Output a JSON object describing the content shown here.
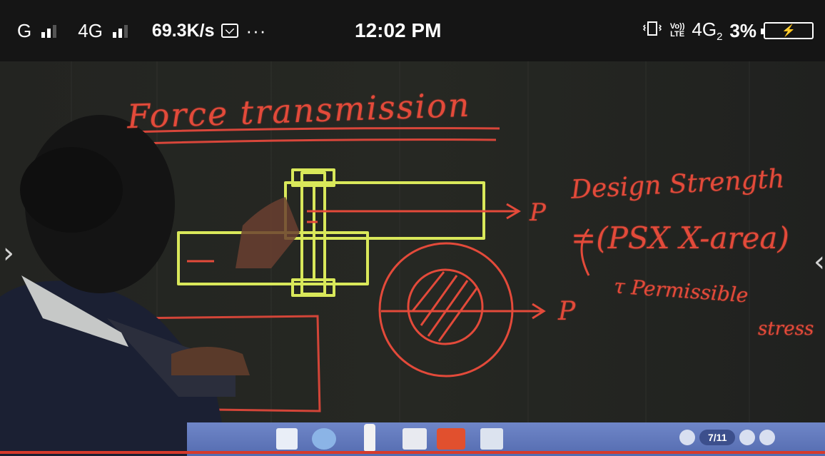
{
  "status_bar": {
    "carrier1": "G",
    "carrier2": "4G",
    "net_speed": "69.3K/s",
    "more": "···",
    "time": "12:02 PM",
    "volte_top": "Vo))",
    "volte_bottom": "LTE",
    "net_type": "4G",
    "net_sub": "2",
    "battery_pct": "3%",
    "battery_charging_glyph": "⚡",
    "icons": [
      "signal-icon",
      "signal-icon",
      "mail-icon",
      "vibrate-icon",
      "battery-icon"
    ]
  },
  "board": {
    "title": "Force transmission",
    "annotation_line1": "Design Strength",
    "annotation_line2": "=(PSX X-area)",
    "annotation_line3": "τ Permissible",
    "annotation_line4": "stress",
    "load_label_1": "P",
    "load_label_2": "P"
  },
  "player": {
    "page_indicator": "7/11",
    "chevron_left": "›",
    "chevron_right": "‹"
  },
  "colors": {
    "chalk_red": "#e34a3a",
    "chalk_yellow": "#d9e85a",
    "board": "#1d1f1c",
    "taskbar": "#6f86c8"
  }
}
